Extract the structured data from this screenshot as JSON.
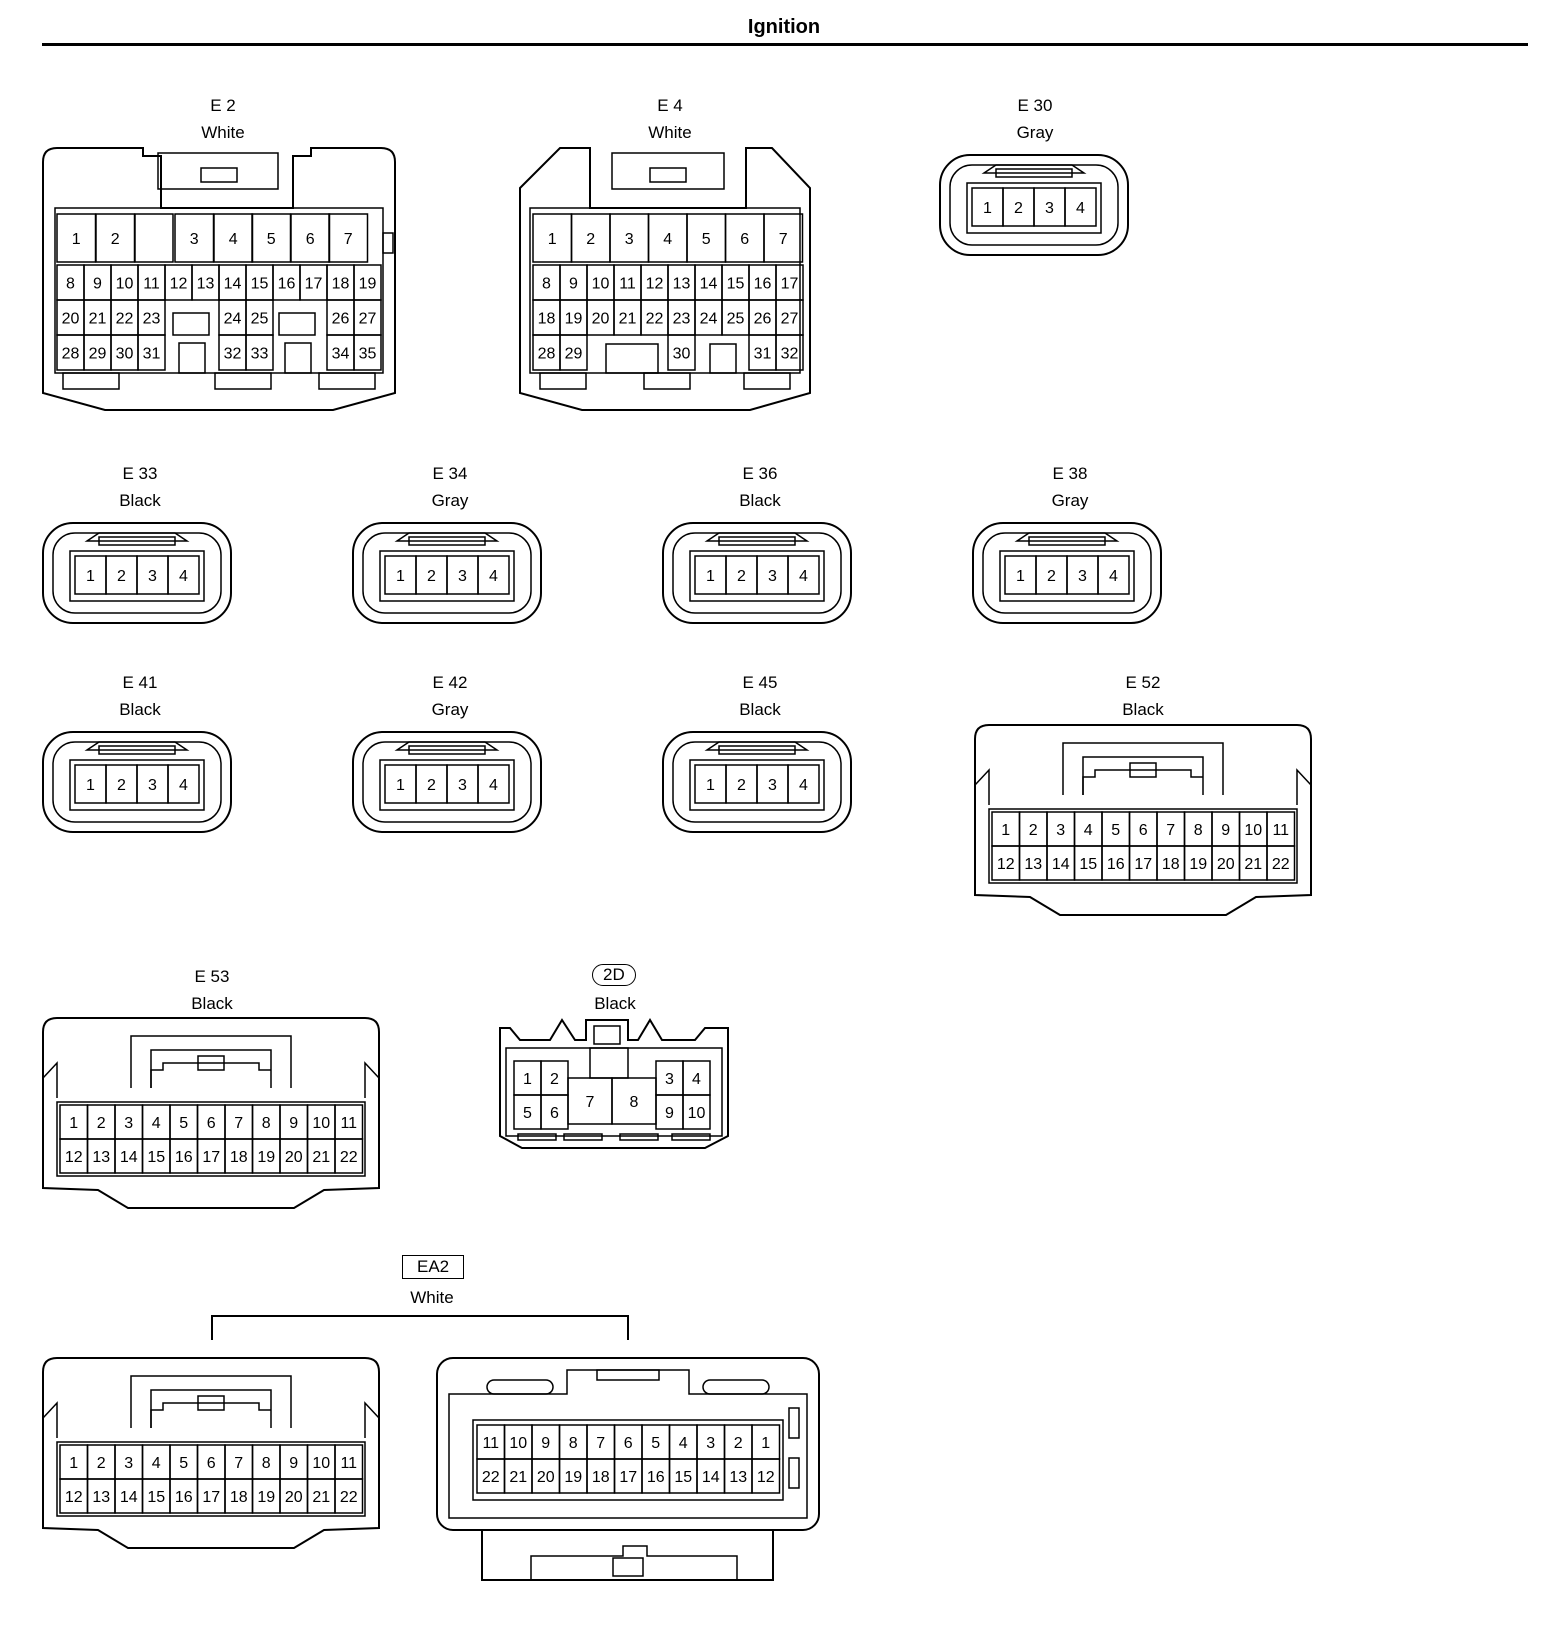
{
  "page_title": "Ignition",
  "connectors": [
    {
      "id": "E2",
      "code": "E 2",
      "color": "White",
      "pins": [
        "1",
        "2",
        "3",
        "4",
        "5",
        "6",
        "7",
        "8",
        "9",
        "10",
        "11",
        "12",
        "13",
        "14",
        "15",
        "16",
        "17",
        "18",
        "19",
        "20",
        "21",
        "22",
        "23",
        "24",
        "25",
        "26",
        "27",
        "28",
        "29",
        "30",
        "31",
        "32",
        "33",
        "34",
        "35"
      ]
    },
    {
      "id": "E4",
      "code": "E 4",
      "color": "White",
      "pins": [
        "1",
        "2",
        "3",
        "4",
        "5",
        "6",
        "7",
        "8",
        "9",
        "10",
        "11",
        "12",
        "13",
        "14",
        "15",
        "16",
        "17",
        "18",
        "19",
        "20",
        "21",
        "22",
        "23",
        "24",
        "25",
        "26",
        "27",
        "28",
        "29",
        "30",
        "31",
        "32"
      ]
    },
    {
      "id": "E30",
      "code": "E 30",
      "color": "Gray",
      "pins": [
        "1",
        "2",
        "3",
        "4"
      ]
    },
    {
      "id": "E33",
      "code": "E 33",
      "color": "Black",
      "pins": [
        "1",
        "2",
        "3",
        "4"
      ]
    },
    {
      "id": "E34",
      "code": "E 34",
      "color": "Gray",
      "pins": [
        "1",
        "2",
        "3",
        "4"
      ]
    },
    {
      "id": "E36",
      "code": "E 36",
      "color": "Black",
      "pins": [
        "1",
        "2",
        "3",
        "4"
      ]
    },
    {
      "id": "E38",
      "code": "E 38",
      "color": "Gray",
      "pins": [
        "1",
        "2",
        "3",
        "4"
      ]
    },
    {
      "id": "E41",
      "code": "E 41",
      "color": "Black",
      "pins": [
        "1",
        "2",
        "3",
        "4"
      ]
    },
    {
      "id": "E42",
      "code": "E 42",
      "color": "Gray",
      "pins": [
        "1",
        "2",
        "3",
        "4"
      ]
    },
    {
      "id": "E45",
      "code": "E 45",
      "color": "Black",
      "pins": [
        "1",
        "2",
        "3",
        "4"
      ]
    },
    {
      "id": "E52",
      "code": "E 52",
      "color": "Black",
      "pins": [
        "1",
        "2",
        "3",
        "4",
        "5",
        "6",
        "7",
        "8",
        "9",
        "10",
        "11",
        "12",
        "13",
        "14",
        "15",
        "16",
        "17",
        "18",
        "19",
        "20",
        "21",
        "22"
      ]
    },
    {
      "id": "E53",
      "code": "E 53",
      "color": "Black",
      "pins": [
        "1",
        "2",
        "3",
        "4",
        "5",
        "6",
        "7",
        "8",
        "9",
        "10",
        "11",
        "12",
        "13",
        "14",
        "15",
        "16",
        "17",
        "18",
        "19",
        "20",
        "21",
        "22"
      ]
    },
    {
      "id": "2D",
      "code": "2D",
      "color": "Black",
      "pins": [
        "1",
        "2",
        "3",
        "4",
        "5",
        "6",
        "7",
        "8",
        "9",
        "10"
      ]
    },
    {
      "id": "EA2",
      "code": "EA2",
      "color": "White",
      "pins": [
        "1",
        "2",
        "3",
        "4",
        "5",
        "6",
        "7",
        "8",
        "9",
        "10",
        "11",
        "12",
        "13",
        "14",
        "15",
        "16",
        "17",
        "18",
        "19",
        "20",
        "21",
        "22"
      ]
    }
  ]
}
